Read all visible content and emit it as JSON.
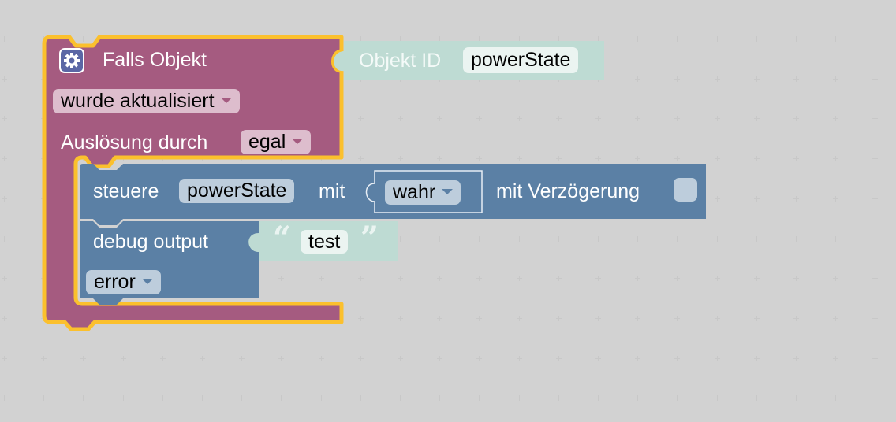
{
  "event_block": {
    "title": "Falls Objekt",
    "trigger_dropdown": "wurde aktualisiert",
    "trigger_by_label": "Auslösung durch",
    "trigger_by_dropdown": "egal",
    "colors": {
      "fill": "#a55b80",
      "selected_outline": "#fbc02d",
      "field": "#ddbdcd"
    }
  },
  "object_id_block": {
    "label": "Objekt ID",
    "value": "powerState",
    "colors": {
      "fill": "#bedbd3",
      "label_text": "#f4faf8",
      "field": "#ebf4f1"
    }
  },
  "control_block": {
    "label_prefix": "steuere",
    "state_field": "powerState",
    "label_mid": "mit",
    "value_dropdown": "wahr",
    "label_delay": "mit Verzögerung",
    "delay_checkbox_checked": false,
    "colors": {
      "fill": "#5b80a5",
      "field": "#bdcddc"
    }
  },
  "debug_block": {
    "label": "debug output",
    "text_value": "test",
    "open_quote": "“",
    "close_quote": "”",
    "level_dropdown": "error",
    "colors": {
      "fill": "#5b80a5",
      "text_fill": "#bedbd3",
      "quote": "#eaf4f1"
    }
  },
  "icons": {
    "settings": "gear-icon",
    "dropdown": "caret-down-icon"
  }
}
